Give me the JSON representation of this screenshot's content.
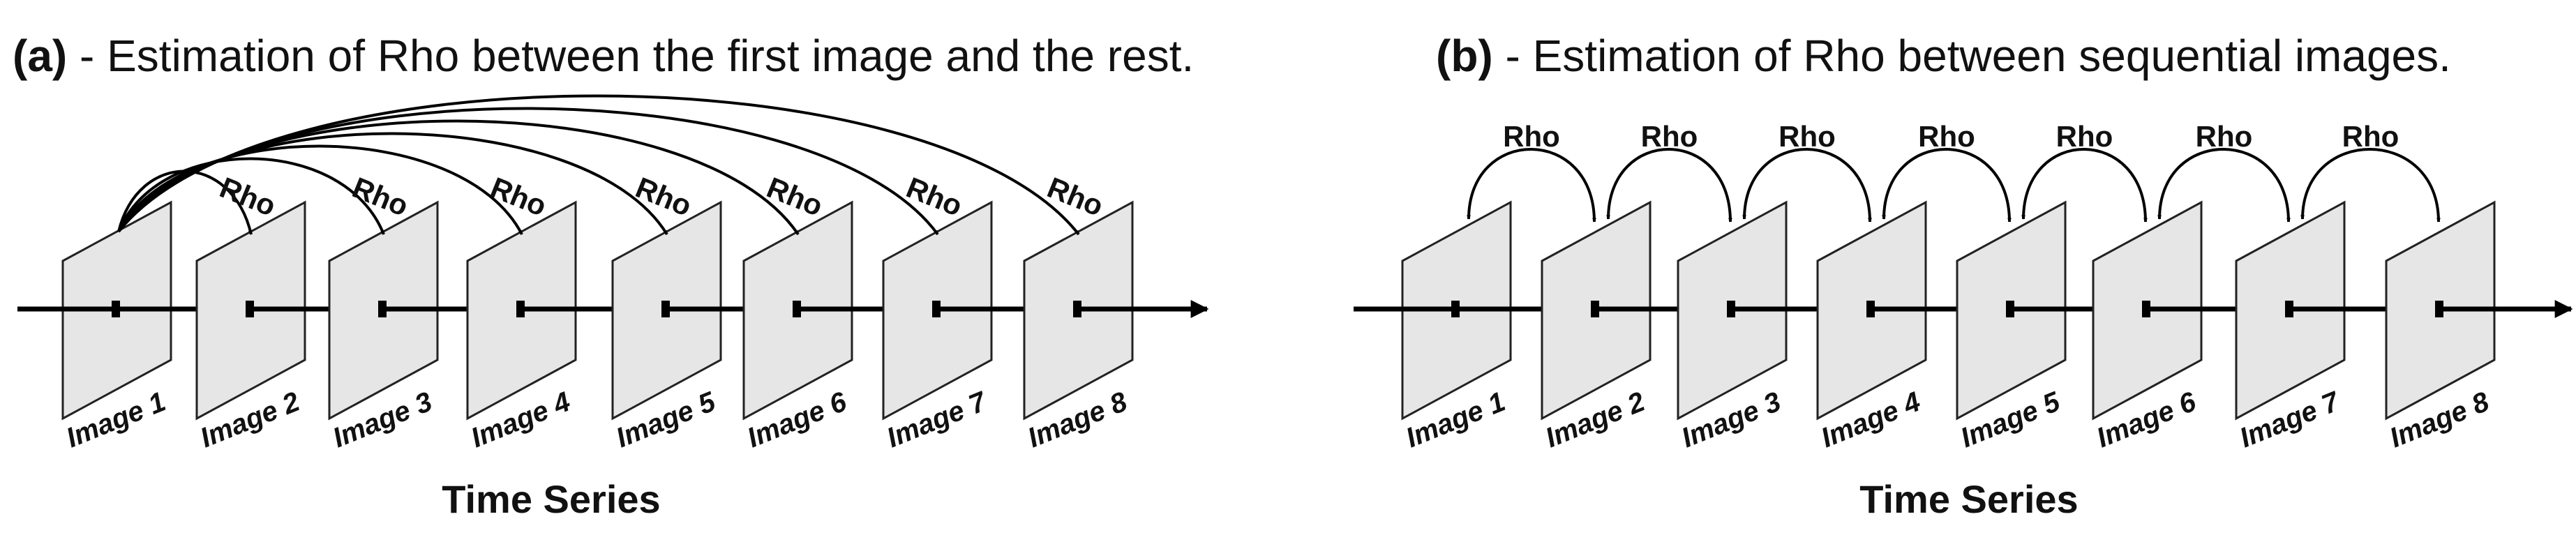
{
  "panels": [
    {
      "key": "(a)",
      "title": " - Estimation of Rho between the first image and the rest.",
      "mode": "first-to-rest",
      "arrow_label": "Rho",
      "images": [
        "Image 1",
        "Image 2",
        "Image 3",
        "Image 4",
        "Image 5",
        "Image 6",
        "Image 7",
        "Image 8"
      ],
      "axis_label": "Time Series"
    },
    {
      "key": "(b)",
      "title": " - Estimation of Rho between sequential images.",
      "mode": "sequential",
      "arrow_label": "Rho",
      "images": [
        "Image 1",
        "Image 2",
        "Image 3",
        "Image 4",
        "Image 5",
        "Image 6",
        "Image 7",
        "Image 8"
      ],
      "axis_label": "Time Series"
    }
  ]
}
